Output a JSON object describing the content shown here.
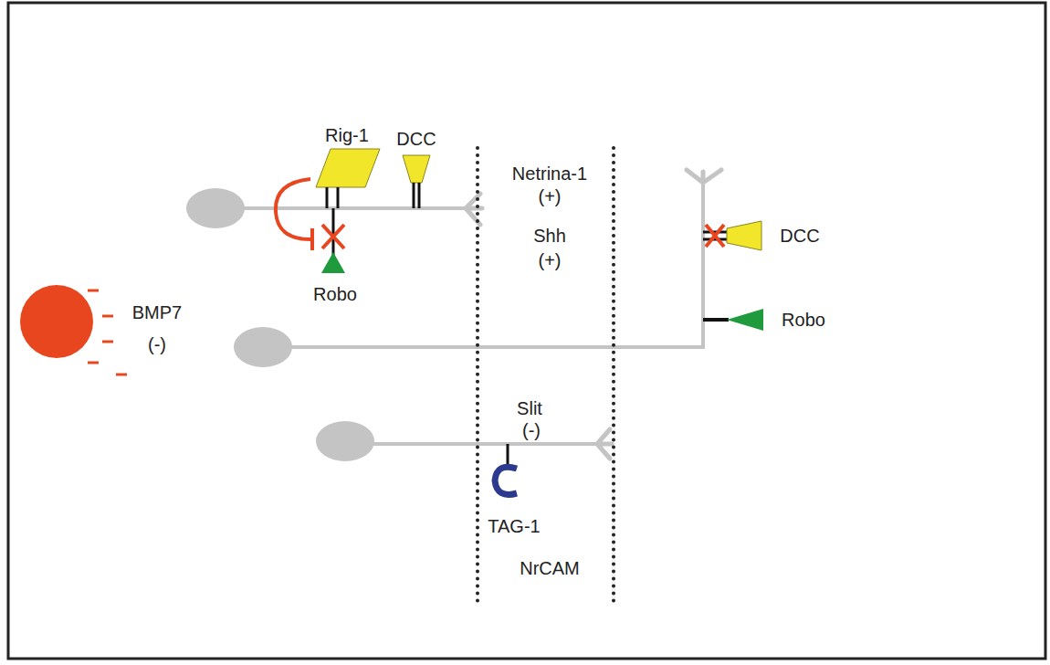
{
  "diagram": {
    "nodes": [
      {
        "text": [
          "Netrina-1",
          "(+)",
          "Shh",
          "(+)",
          "Slit",
          "(-)",
          "NrCAM"
        ]
      }
    ],
    "labels": [
      "Rig-1",
      "DCC",
      "DCC",
      "Robo",
      "BMP7",
      "(-)",
      "Robo",
      "TAG-1"
    ]
  }
}
